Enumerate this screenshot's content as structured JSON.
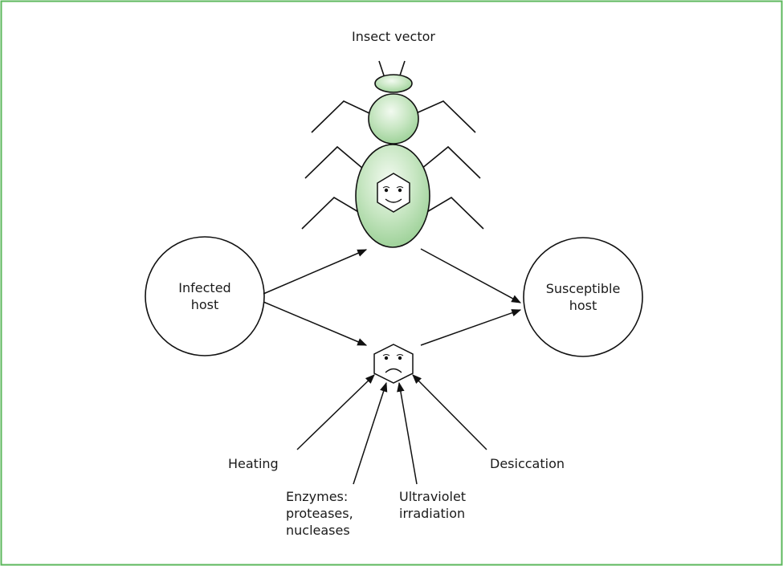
{
  "labels": {
    "insect_vector": "Insect vector",
    "infected_host": [
      "Infected",
      "host"
    ],
    "susceptible_host": [
      "Susceptible",
      "host"
    ],
    "heating": "Heating",
    "enzymes": [
      "Enzymes:",
      "proteases,",
      "nucleases"
    ],
    "ultraviolet": [
      "Ultraviolet",
      "irradiation"
    ],
    "desiccation": "Desiccation"
  },
  "colors": {
    "border": "#5cb85c",
    "insect_fill": "#b8deb4",
    "insect_highlight": "#f2faf0",
    "stroke": "#111111"
  },
  "icons": {
    "virus_in_vector": "happy-virus-hexagon-icon",
    "free_virus": "sad-virus-hexagon-icon"
  }
}
